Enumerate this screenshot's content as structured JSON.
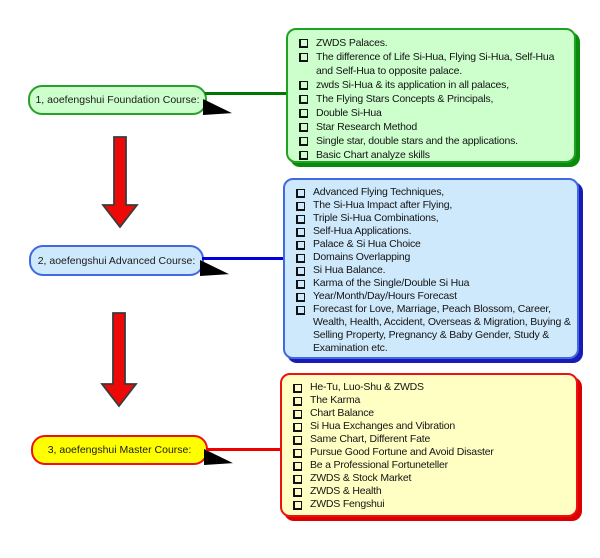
{
  "diagram": {
    "background": "#ffffff",
    "bullet_icon": "shadowed-checkbox-square",
    "arrow": {
      "fill": "#ee0909",
      "outline": "#3b3b3b",
      "direction": "down"
    },
    "courses": [
      {
        "label": "1, aoefengshui Foundation Course:",
        "theme": {
          "pill_fill": "#ccffcc",
          "pill_border": "#2aa02a",
          "box_fill": "#ccffcc",
          "box_border": "#21a121",
          "box_shadow": "#0a8a0a",
          "connector": "#007700",
          "tail": "#000000"
        },
        "topics": [
          "ZWDS Palaces.",
          "The difference of Life Si-Hua, Flying Si-Hua, Self-Hua and Self-Hua to opposite palace.",
          "zwds Si-Hua & its application in all palaces,",
          "The Flying Stars Concepts & Principals,",
          "Double Si-Hua",
          "Star Research Method",
          "Single star, double stars and the applications.",
          "Basic Chart analyze skills"
        ]
      },
      {
        "label": "2, aoefengshui Advanced Course:",
        "theme": {
          "pill_fill": "#cfe9fc",
          "pill_border": "#4169e1",
          "box_fill": "#cfe9fc",
          "box_border": "#4169e1",
          "box_shadow": "#1a1ab8",
          "connector": "#0000dd",
          "tail": "#000000"
        },
        "topics": [
          "Advanced Flying Techniques,",
          "The Si-Hua Impact after Flying,",
          "Triple Si-Hua Combinations,",
          "Self-Hua Applications.",
          "Palace & Si Hua Choice",
          "Domains Overlapping",
          "Si Hua Balance.",
          "Karma of the Single/Double Si Hua",
          "Year/Month/Day/Hours Forecast",
          "Forecast for Love, Marriage, Peach Blossom, Career, Wealth, Health, Accident, Overseas & Migration, Buying & Selling Property, Pregnancy & Baby Gender, Study & Examination etc."
        ]
      },
      {
        "label": "3, aoefengshui Master Course:",
        "theme": {
          "pill_fill": "#ffff00",
          "pill_border": "#ee1111",
          "box_fill": "#ffffc4",
          "box_border": "#ee1111",
          "box_shadow": "#dd0000",
          "connector": "#ee0000",
          "tail": "#000000"
        },
        "topics": [
          "He-Tu, Luo-Shu & ZWDS",
          "The Karma",
          "Chart Balance",
          "Si Hua Exchanges and Vibration",
          "Same Chart, Different Fate",
          "Pursue Good Fortune and Avoid Disaster",
          "Be a Professional Fortuneteller",
          "ZWDS & Stock Market",
          "ZWDS & Health",
          "ZWDS Fengshui"
        ]
      }
    ]
  }
}
